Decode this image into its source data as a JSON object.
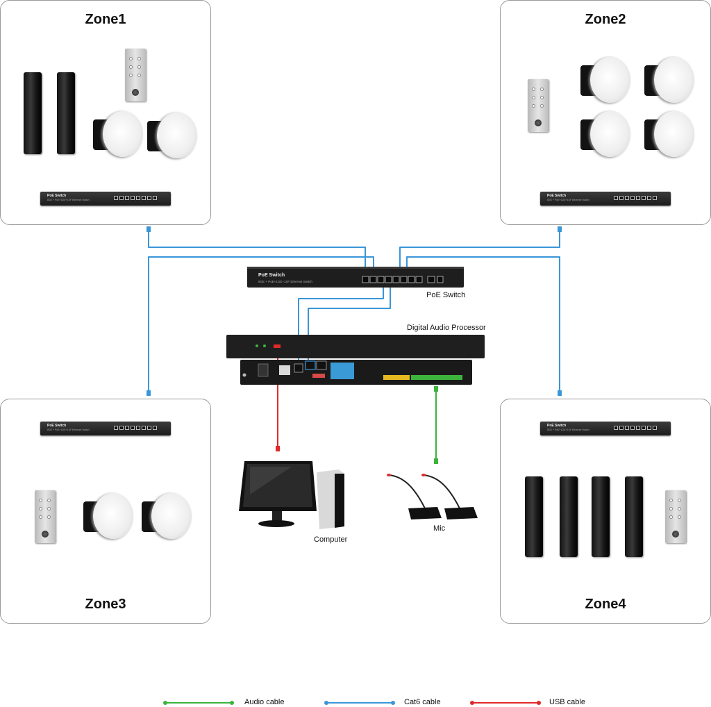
{
  "zones": [
    {
      "title": "Zone1"
    },
    {
      "title": "Zone2"
    },
    {
      "title": "Zone3"
    },
    {
      "title": "Zone4"
    }
  ],
  "devices": {
    "poe_switch_label": "PoE Switch",
    "poe_switch_device_title": "PoE Switch",
    "poe_switch_device_subtitle": "8GE + PoE+1GE+1SF Ethernet Switch",
    "zone_switch_title": "PoE Switch",
    "zone_switch_subtitle": "8GE + PoE+1GE+1SF Ethernet Switch",
    "dsp_label": "Digital Audio Processor",
    "computer_label": "Computer",
    "mic_label": "Mic"
  },
  "legend": [
    {
      "label": "Audio cable",
      "color": "#3cb43c"
    },
    {
      "label": "Cat6 cable",
      "color": "#3a96d8"
    },
    {
      "label": "USB cable",
      "color": "#e02a2a"
    }
  ],
  "colors": {
    "cat6": "#3a96d8",
    "audio": "#3cb43c",
    "usb": "#e02a2a",
    "zone_border": "#9a9a9a"
  }
}
